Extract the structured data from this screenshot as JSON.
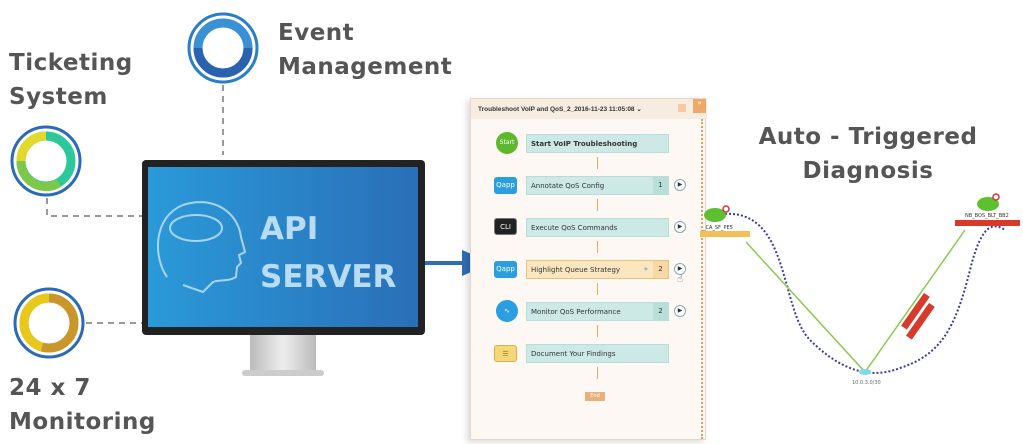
{
  "sources": {
    "event": {
      "line1": "Event",
      "line2": "Management"
    },
    "ticketing": {
      "line1": "Ticketing",
      "line2": "System"
    },
    "monitoring": {
      "line1": "24 x 7",
      "line2": "Monitoring"
    }
  },
  "server": {
    "line1": "API",
    "line2": "SERVER"
  },
  "runbook": {
    "title": "Troubleshoot VoIP and QoS_2_2016-11-23 11:05:08",
    "start_icon": "Start",
    "end_label": "End",
    "steps": [
      {
        "label": "Start VoIP Troubleshooting",
        "icon": "start-icon"
      },
      {
        "label": "Annotate QoS Config",
        "icon": "qapp-icon",
        "icon_text": "Qapp",
        "count": "1"
      },
      {
        "label": "Execute QoS Commands",
        "icon": "cli-icon",
        "icon_text": "CLI"
      },
      {
        "label": "Highlight Queue Strategy",
        "icon": "qapp-icon",
        "icon_text": "Qapp",
        "count": "2",
        "highlighted": true
      },
      {
        "label": "Monitor QoS Performance",
        "icon": "pulse-icon",
        "count": "2"
      },
      {
        "label": "Document Your Findings",
        "icon": "document-icon"
      }
    ]
  },
  "diagnosis": {
    "line1": "Auto - Triggered",
    "line2": "Diagnosis",
    "nodes": {
      "left": "_CA_SF_PE5",
      "right": "NB_BOS_BLT_BB2",
      "bottom": "10.0.3.0/30"
    }
  },
  "colors": {
    "screen": "#2a8fd6",
    "arrow": "#2f6db5",
    "text": "#555555"
  }
}
